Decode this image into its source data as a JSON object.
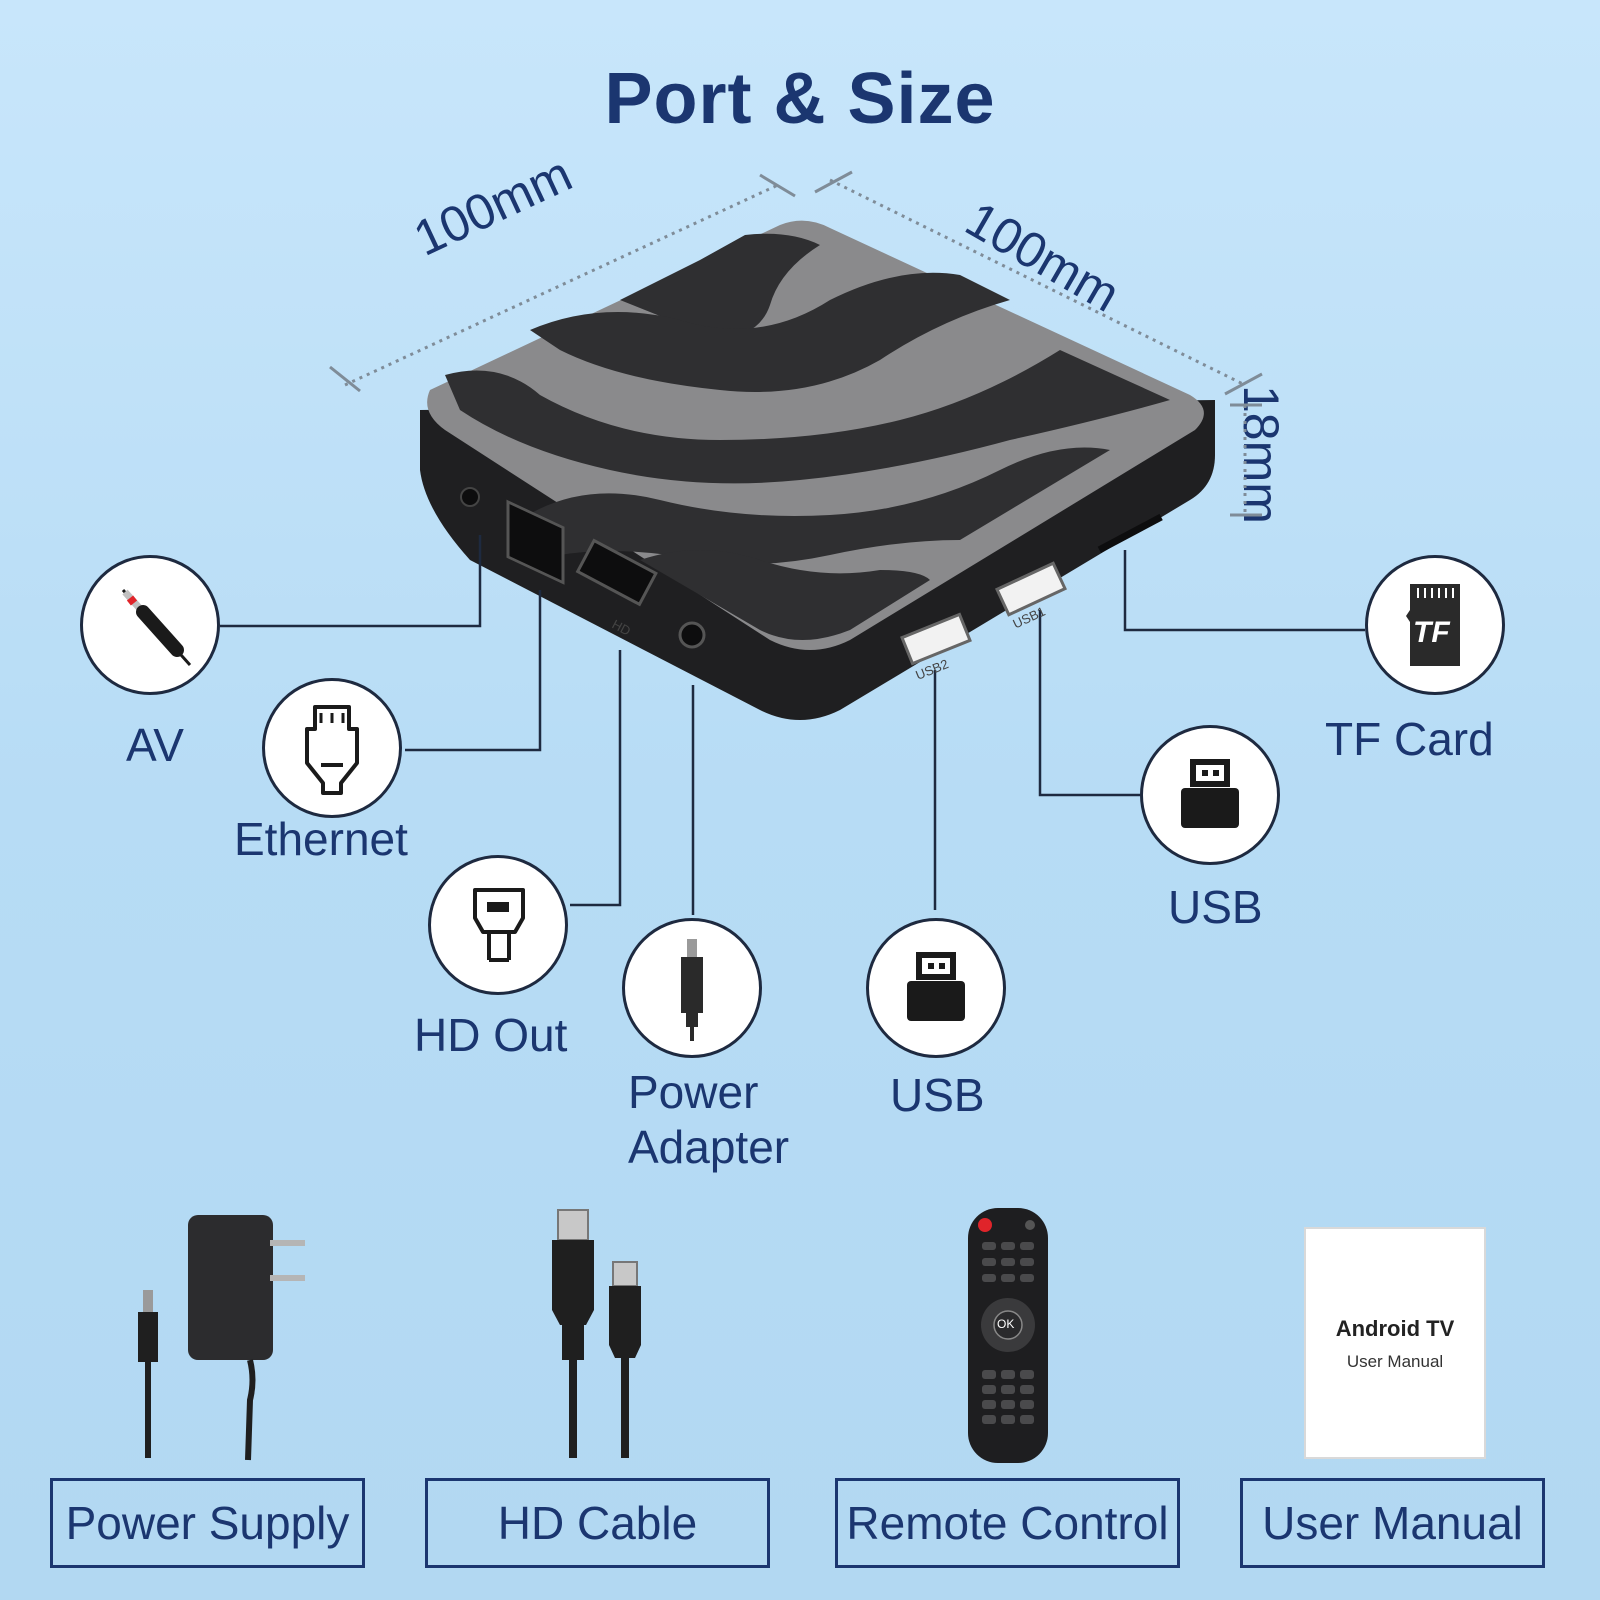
{
  "title": "Port & Size",
  "dimensions": {
    "width_left": "100mm",
    "width_right": "100mm",
    "height": "18mm"
  },
  "ports": {
    "av": "AV",
    "ethernet": "Ethernet",
    "hd_out": "HD Out",
    "power_line1": "Power",
    "power_line2": "Adapter",
    "usb_1": "USB",
    "usb_2": "USB",
    "tf_card": "TF Card"
  },
  "device_port_marks": {
    "hd": "HD",
    "usb2": "USB2",
    "usb1": "USB1"
  },
  "accessories": {
    "power_supply": "Power Supply",
    "hd_cable": "HD Cable",
    "remote_control": "Remote Control",
    "user_manual": "User Manual"
  },
  "manual_cover": {
    "title": "Android TV",
    "subtitle": "User Manual"
  },
  "remote_ok": "OK",
  "tf_icon_text": "TF",
  "colors": {
    "text": "#1b3670",
    "background": "#c8e6fb",
    "device_dark": "#2f2f31",
    "device_light": "#8a8a8c"
  }
}
